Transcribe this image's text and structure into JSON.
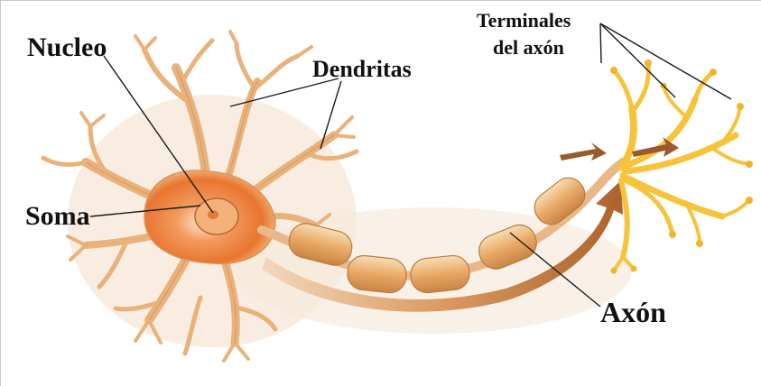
{
  "labels": {
    "nucleo": "Nucleo",
    "soma": "Soma",
    "dendritas": "Dendritas",
    "terminales_line1": "Terminales",
    "terminales_line2": "del axón",
    "axon": "Axón"
  },
  "colors": {
    "dendrite_fill": "#f3c995",
    "dendrite_stroke": "#d9a066",
    "soma_core": "#e86a2a",
    "myelin": "#eab075",
    "terminal_yellow": "#f7c33a",
    "arrow_brown": "#a9642a",
    "label_text": "#111111"
  }
}
